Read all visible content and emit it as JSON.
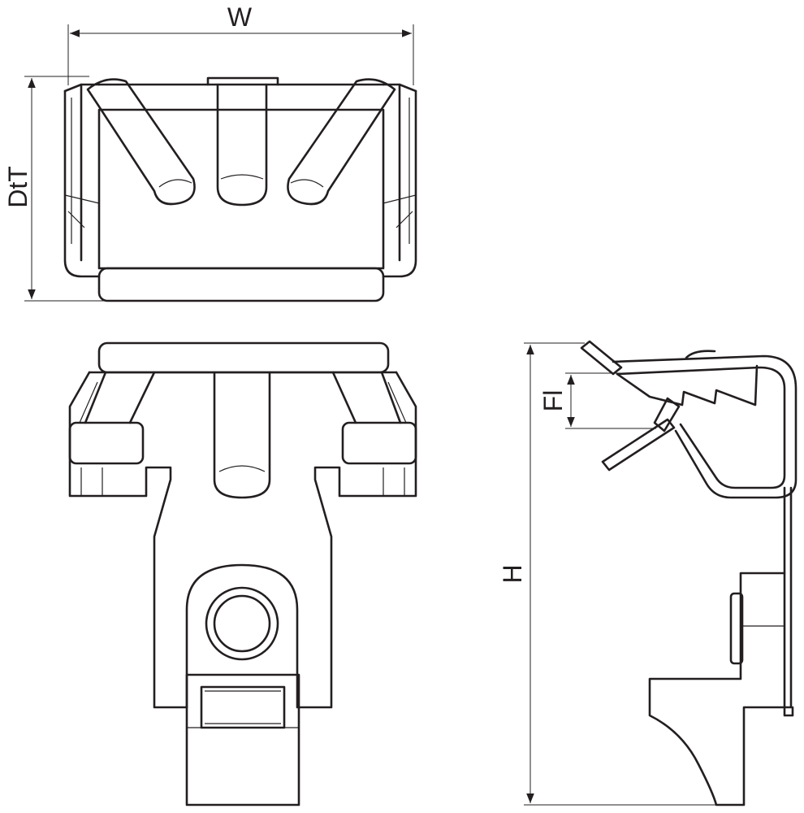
{
  "dimensions": {
    "width_label": "W",
    "depth_label": "DtT",
    "flange_label": "Fl",
    "height_label": "H"
  },
  "colors": {
    "line": "#231f20",
    "background": "#ffffff"
  }
}
